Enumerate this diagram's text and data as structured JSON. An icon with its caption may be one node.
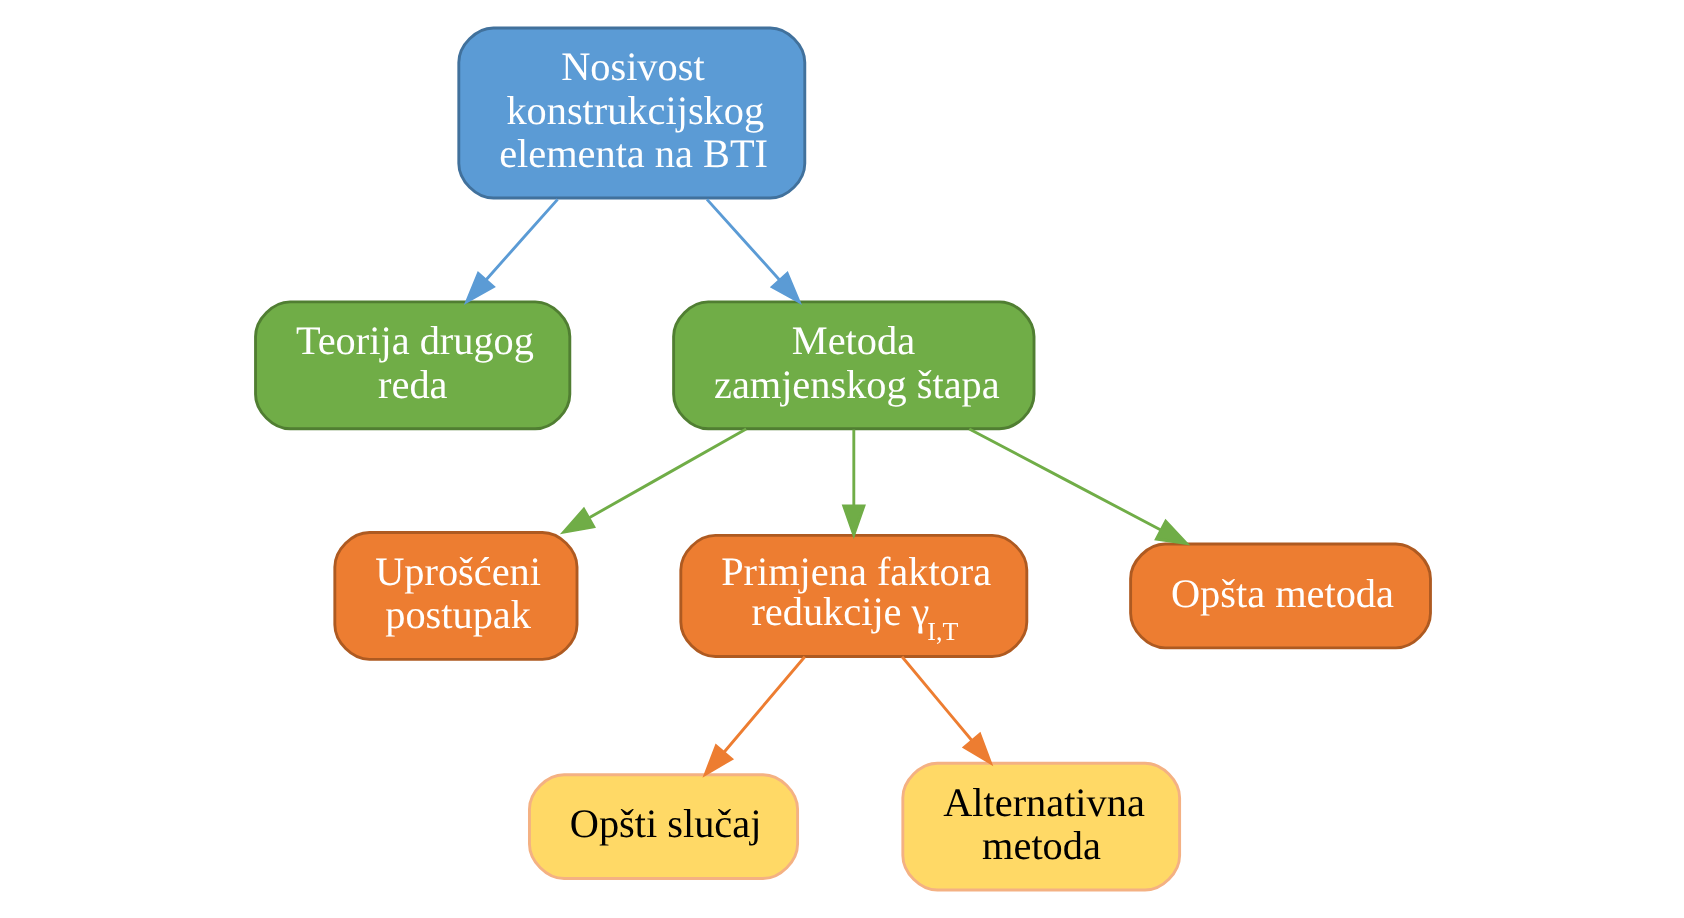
{
  "diagram": {
    "nodes": [
      {
        "text": [
          "Nosivost konstrukcijskog elementa na BTI"
        ]
      },
      {
        "text": [
          "Teorija drugog reda"
        ]
      },
      {
        "text": [
          "Metoda zamjenskog štapa"
        ]
      },
      {
        "text": [
          "Uprošćeni postupak"
        ]
      },
      {
        "text": [
          "Primjena faktora redukcije γ$_{I,T}$"
        ]
      },
      {
        "text": [
          "Opšta metoda"
        ]
      },
      {
        "text": [
          "Opšti slučaj"
        ]
      },
      {
        "text": [
          "Alternativna metoda"
        ]
      }
    ],
    "edges": [
      {
        "from": 0,
        "to": 1,
        "arrow": "to",
        "color": "#5b9bd5"
      },
      {
        "from": 0,
        "to": 2,
        "arrow": "to",
        "color": "#5b9bd5"
      },
      {
        "from": 2,
        "to": 3,
        "arrow": "to",
        "color": "#70ad47"
      },
      {
        "from": 2,
        "to": 4,
        "arrow": "to",
        "color": "#70ad47"
      },
      {
        "from": 2,
        "to": 5,
        "arrow": "to",
        "color": "#70ad47"
      },
      {
        "from": 4,
        "to": 6,
        "arrow": "to",
        "color": "#ed7d31"
      },
      {
        "from": 4,
        "to": 7,
        "arrow": "to",
        "color": "#ed7d31"
      }
    ]
  }
}
